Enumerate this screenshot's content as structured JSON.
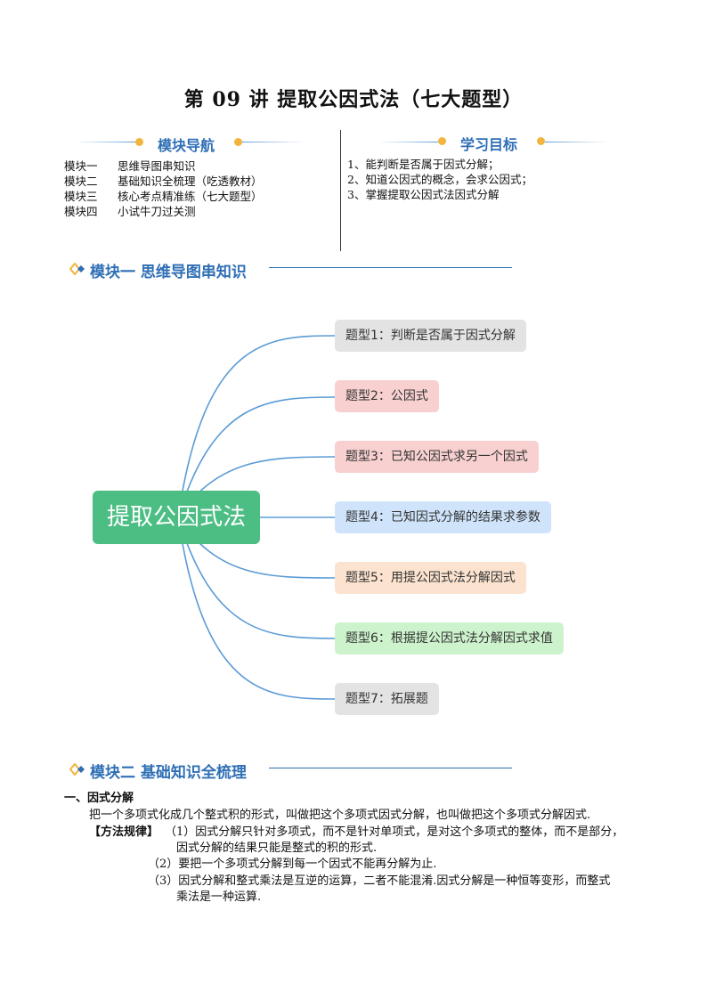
{
  "title": "第 09 讲 提取公因式法（七大题型）",
  "nav": {
    "heading": "模块导航",
    "items": [
      {
        "key": "模块一",
        "text": "思维导图串知识"
      },
      {
        "key": "模块二",
        "text": "基础知识全梳理（吃透教材）"
      },
      {
        "key": "模块三",
        "text": "核心考点精准练（七大题型）"
      },
      {
        "key": "模块四",
        "text": "小试牛刀过关测"
      }
    ]
  },
  "goals": {
    "heading": "学习目标",
    "items": [
      "1、能判断是否属于因式分解；",
      "2、知道公因式的概念，会求公因式；",
      "3、掌握提取公因式法因式分解"
    ]
  },
  "module1": {
    "title": "模块一 思维导图串知识"
  },
  "mindmap": {
    "root": "提取公因式法",
    "nodes": [
      {
        "label": "题型1：判断是否属于因式分解",
        "bg": "#e3e3e3"
      },
      {
        "label": "题型2：公因式",
        "bg": "#f8d0d0"
      },
      {
        "label": "题型3：已知公因式求另一个因式",
        "bg": "#f8d0d0"
      },
      {
        "label": "题型4：已知因式分解的结果求参数",
        "bg": "#cfe4fb"
      },
      {
        "label": "题型5：用提公因式法分解因式",
        "bg": "#fbe3cf"
      },
      {
        "label": "题型6：根据提公因式法分解因式求值",
        "bg": "#cdf3cd"
      },
      {
        "label": "题型7：拓展题",
        "bg": "#e3e3e3"
      }
    ],
    "line_color": "#5b9bd5"
  },
  "module2": {
    "title": "模块二 基础知识全梳理",
    "section_title": "一、因式分解",
    "definition": "把一个多项式化成几个整式积的形式，叫做把这个多项式因式分解，也叫做把这个多项式分解因式.",
    "method_label": "【方法规律】",
    "rules": [
      "（1）因式分解只针对多项式，而不是针对单项式，是对这个多项式的整体，而不是部分，",
      "因式分解的结果只能是整式的积的形式.",
      "（2）要把一个多项式分解到每一个因式不能再分解为止.",
      "（3）因式分解和整式乘法是互逆的运算，二者不能混淆.因式分解是一种恒等变形，而整式",
      "乘法是一种运算."
    ]
  },
  "colors": {
    "accent": "#2f6fb5",
    "dot": "#f2b43c",
    "root": "#4cbe84"
  }
}
